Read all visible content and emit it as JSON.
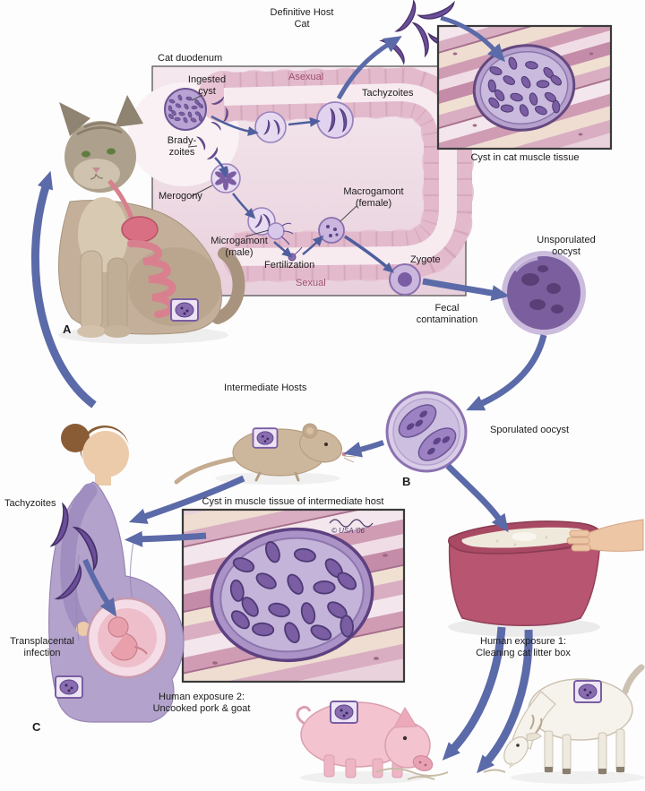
{
  "diagram": {
    "definitive_host": {
      "line1": "Definitive Host",
      "line2": "Cat"
    },
    "duodenum": {
      "title": "Cat duodenum",
      "ingested_cyst": {
        "line1": "Ingested",
        "line2": "cyst"
      },
      "asexual": "Asexual",
      "tachyzoites": "Tachyzoites",
      "bradyzoites": {
        "line1": "Brady-",
        "line2": "zoites"
      },
      "merogony": "Merogony",
      "macrogamont": {
        "line1": "Macrogamont",
        "line2": "(female)"
      },
      "microgamont": {
        "line1": "Microgamont",
        "line2": "(male)"
      },
      "fertilization": "Fertilization",
      "zygote": "Zygote",
      "sexual": "Sexual"
    },
    "cycle": {
      "fecal_contamination": {
        "line1": "Fecal",
        "line2": "contamination"
      },
      "unsporulated_oocyst": {
        "line1": "Unsporulated",
        "line2": "oocyst"
      },
      "sporulated_oocyst": "Sporulated oocyst",
      "intermediate_hosts": "Intermediate Hosts"
    },
    "insets": {
      "cat_muscle_caption": "Cyst in cat muscle tissue",
      "intermediate_muscle_caption": "Cyst in muscle tissue of intermediate host",
      "signature": "© USA '06"
    },
    "human": {
      "tachyzoites": "Tachyzoites",
      "transplacental": {
        "line1": "Transplacental",
        "line2": "infection"
      },
      "exposure1": {
        "line1": "Human exposure 1:",
        "line2": "Cleaning cat litter box"
      },
      "exposure2": {
        "line1": "Human exposure 2:",
        "line2": "Uncooked pork & goat"
      }
    },
    "markers": {
      "a": "A",
      "b": "B",
      "c": "C"
    },
    "colors": {
      "arrow": "#5b6aa8",
      "phase_text": "#a04f6e",
      "cyst_purple": "#7a5da3",
      "inset_border": "#3a3a3a"
    }
  }
}
